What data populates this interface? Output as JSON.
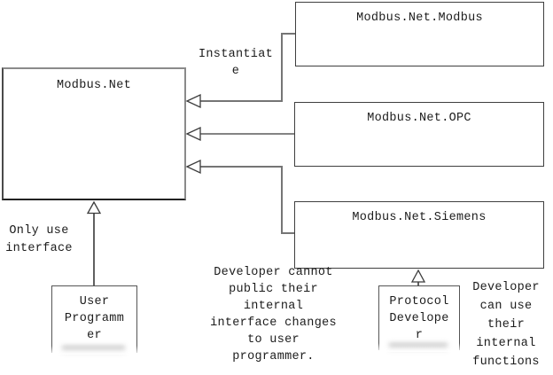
{
  "diagram": {
    "title_semantic": "Modbus.Net architecture diagram",
    "colors": {
      "background": "#ffffff",
      "connector_line": "#6e6e6e",
      "box_border": "#3f3f3f",
      "text": "#1c1c1c"
    },
    "boxes": {
      "main": {
        "title": "Modbus.Net"
      },
      "modbus": {
        "title": "Modbus.Net.Modbus"
      },
      "opc": {
        "title": "Modbus.Net.OPC"
      },
      "siemens": {
        "title": "Modbus.Net.Siemens"
      },
      "user_programmer": {
        "title": "User\nProgramm\ner"
      },
      "protocol_developer": {
        "title": "Protocol\nDevelope\nr"
      }
    },
    "labels": {
      "instantiate": "Instantiat\ne",
      "only_use_interface": "Only use\ninterface",
      "developer_cannot": "Developer cannot\npublic their\ninternal\ninterface changes\nto user\nprogrammer.",
      "developer_can": "Developer\ncan use\ntheir\ninternal\nfunctions"
    }
  }
}
